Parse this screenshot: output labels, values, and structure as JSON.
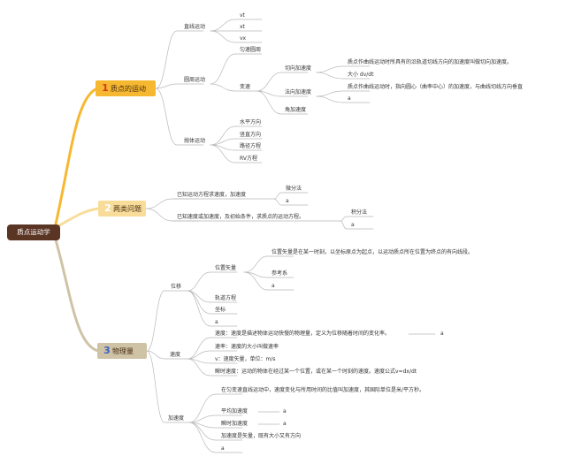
{
  "root": "质点运动学",
  "branches": [
    {
      "number": "1",
      "label": "质点的运动",
      "color": "#f6b830",
      "items": [
        {
          "label": "直线运动",
          "children": [
            "vt",
            "xt",
            "vx"
          ]
        },
        {
          "label": "圆周运动",
          "children": [
            "匀速圆周",
            "变速"
          ],
          "variable": {
            "children": [
              {
                "label": "切向加速度",
                "children": [
                  "质点作曲线运动时所具有的沿轨道切线方向的加速度叫做切向加速度。",
                  "大小 dv/dt"
                ]
              },
              {
                "label": "法向加速度",
                "children": [
                  "质点作曲线运动时，指向圆心（曲率中心）的加速度，与曲线切线方向垂直",
                  "a"
                ]
              },
              {
                "label": "角加速度",
                "children": []
              }
            ]
          }
        },
        {
          "label": "抛体运动",
          "children": [
            "水平方向",
            "竖直方向",
            "路径方程",
            "RV方程"
          ]
        }
      ]
    },
    {
      "number": "2",
      "label": "两类问题",
      "color": "#f8dd9a",
      "items": [
        {
          "label": "已知运动方程求速度，加速度",
          "children": [
            "微分法",
            "a"
          ]
        },
        {
          "label": "已知速度或加速度，及初始条件，求质点的运动方程。",
          "children": [
            "积分法",
            "a"
          ]
        }
      ]
    },
    {
      "number": "3",
      "label": "物理量",
      "color": "#cfc3a6",
      "items": [
        {
          "label": "位移",
          "children": [
            {
              "label": "位置矢量",
              "children": [
                "位置矢量是在某一时刻，以坐标原点为起点，以运动质点所在位置为终点的有向线段。",
                "参考系",
                "a"
              ]
            },
            {
              "label": "轨道方程"
            },
            {
              "label": "坐标"
            },
            {
              "label": "a"
            }
          ]
        },
        {
          "label": "速度",
          "children": [
            {
              "label": "速度：速度是描述物体运动快慢的物理量，定义为位移随着时间的变化率。",
              "children": [
                "a"
              ]
            },
            {
              "label": "速率：速度的大小叫做速率"
            },
            {
              "label": "v：速度矢量，单位：m/s"
            },
            {
              "label": "瞬时速度：运动的物体在经过某一个位置，或在某一个时刻的速度。速度公式v=dx/dt"
            }
          ]
        },
        {
          "label": "加速度",
          "children": [
            {
              "label": "在匀变速直线运动中，速度变化与所用时间的比值叫加速度，其国际单位是米/平方秒。"
            },
            {
              "label": "平均加速度",
              "children": [
                "a"
              ]
            },
            {
              "label": "瞬时加速度",
              "children": [
                "a"
              ]
            },
            {
              "label": "加速度是矢量，既有大小又有方向"
            },
            {
              "label": "a"
            }
          ]
        }
      ]
    }
  ]
}
